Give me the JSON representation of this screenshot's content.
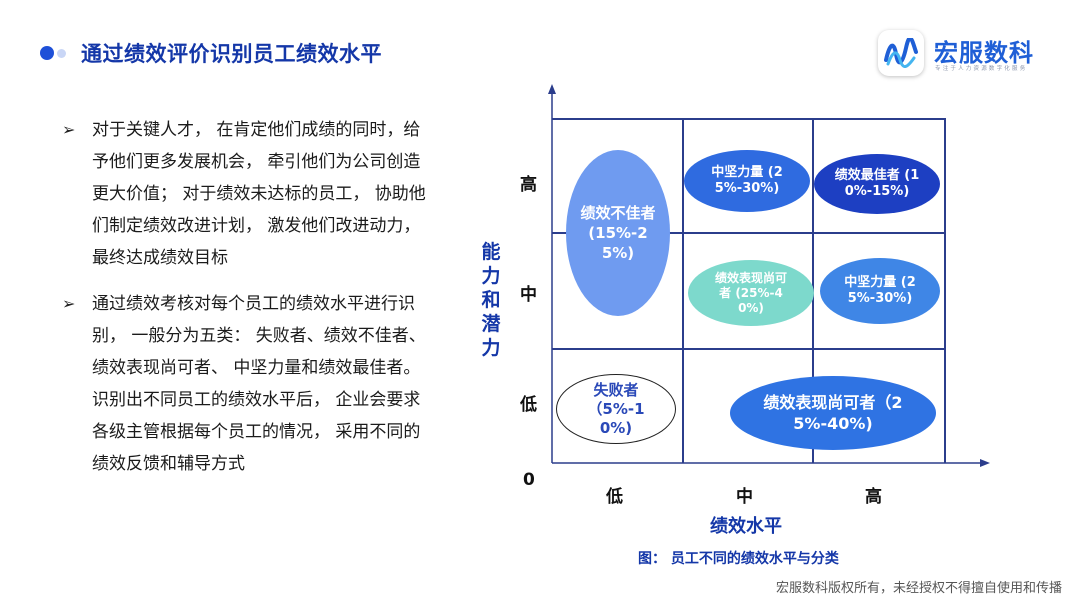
{
  "header": {
    "title": "通过绩效评价识别员工绩效水平"
  },
  "logo": {
    "name": "宏服数科",
    "subtitle": "专注于人力资源数字化服务"
  },
  "bullets": [
    {
      "marker": "➢",
      "text": "对于关键人才， 在肯定他们成绩的同时，给予他们更多发展机会， 牵引他们为公司创造更大价值； 对于绩效未达标的员工， 协助他们制定绩效改进计划， 激发他们改进动力， 最终达成绩效目标"
    },
    {
      "marker": "➢",
      "text": "通过绩效考核对每个员工的绩效水平进行识别， 一般分为五类： 失败者、绩效不佳者、绩效表现尚可者、 中坚力量和绩效最佳者。识别出不同员工的绩效水平后， 企业会要求各级主管根据每个员工的情况， 采用不同的绩效反馈和辅导方式"
    }
  ],
  "diagram": {
    "origin": "0",
    "x_axis": {
      "title": "绩效水平",
      "ticks": [
        "低",
        "中",
        "高"
      ]
    },
    "y_axis": {
      "title": "能力和潜力",
      "ticks": [
        "高",
        "中",
        "低"
      ]
    },
    "items": [
      {
        "id": "underperformer",
        "text": "绩效不佳者(15%-25%)",
        "color": "#6f9bf0",
        "text_color": "#ffffff"
      },
      {
        "id": "core-high",
        "text": "中坚力量 (25%-30%)",
        "color": "#2f6be0",
        "text_color": "#ffffff"
      },
      {
        "id": "best",
        "text": "绩效最佳者 (10%-15%)",
        "color": "#1d3fc2",
        "text_color": "#ffffff"
      },
      {
        "id": "adequate-mid",
        "text": "绩效表现尚可者 (25%-40%)",
        "color": "#7dd9cc",
        "text_color": "#ffffff"
      },
      {
        "id": "core-mid",
        "text": "中坚力量 (25%-30%)",
        "color": "#3f86e6",
        "text_color": "#ffffff"
      },
      {
        "id": "failure",
        "text": "失败者（5%-10%)",
        "color": "#ffffff",
        "text_color": "#2a49b8"
      },
      {
        "id": "adequate-low",
        "text": "绩效表现尚可者（25%-40%)",
        "color": "#2f73e3",
        "text_color": "#ffffff"
      }
    ],
    "caption": "图： 员工不同的绩效水平与分类"
  },
  "footer": {
    "copyright": "宏服数科版权所有，未经授权不得擅自使用和传播"
  }
}
